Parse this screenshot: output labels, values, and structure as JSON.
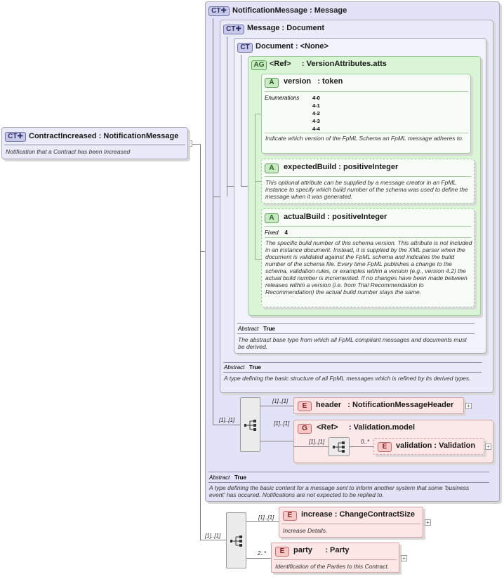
{
  "badges": {
    "ct": "CT",
    "a": "A",
    "ag": "AG",
    "e": "E",
    "g": "G"
  },
  "root": {
    "name": "ContractIncreased",
    "sep": ":",
    "type": "NotificationMessage",
    "desc": "Notification that a Contract has been Increased"
  },
  "notification_message": {
    "name": "NotificationMessage",
    "sep": ":",
    "type": "Message",
    "abstract_label": "Abstract",
    "abstract_value": "True",
    "desc": "A type defining the basic content for a message sent to inform another system that some 'business event' has occured. Notifications are not expected to be replied to."
  },
  "message": {
    "name": "Message",
    "sep": ":",
    "type": "Document",
    "abstract_label": "Abstract",
    "abstract_value": "True",
    "desc": "A type defining the basic structure of all FpML messages which is refined by its derived types."
  },
  "document": {
    "name": "Document",
    "sep": ":",
    "type": "<None>",
    "abstract_label": "Abstract",
    "abstract_value": "True",
    "desc": "The abstract base type from which all FpML compliant messages and documents must be derived."
  },
  "attr_group": {
    "name": "<Ref>",
    "sep": ":",
    "type": "VersionAttributes.atts"
  },
  "version_attr": {
    "name": "version",
    "sep": ":",
    "type": "token",
    "enum_label": "Enumerations",
    "enums": [
      "4-0",
      "4-1",
      "4-2",
      "4-3",
      "4-4"
    ],
    "desc": "Indicate which version of the FpML Schema an FpML message adheres to."
  },
  "expected_build": {
    "name": "expectedBuild",
    "sep": ":",
    "type": "positiveInteger",
    "desc": "This optional attribute can be supplied by a message creator in an FpML instance to specify which build number of the schema was used to define the message when it was generated."
  },
  "actual_build": {
    "name": "actualBuild",
    "sep": ":",
    "type": "positiveInteger",
    "fixed_label": "Fixed",
    "fixed_value": "4",
    "desc": "The specific build number of this schema version. This attribute is not included in an instance document. Instead, it is supplied by the XML parser when the document is validated against the FpML schema and indicates the build number of the schema file. Every time FpML publishes a change to the schema, validation rules, or examples within a version (e.g., version 4.2) the actual build number is incremented. If no changes have been made between releases within a version (i.e. from Trial Recommendation to Recommendation) the actual build number stays the same."
  },
  "notif_sequence": {
    "mult": "[1]..[1]",
    "header": {
      "mult": "[1]..[1]",
      "name": "header",
      "sep": ":",
      "type": "NotificationMessageHeader"
    },
    "validation_group": {
      "mult": "[1]..[1]",
      "name": "<Ref>",
      "sep": ":",
      "type": "Validation.model",
      "inner_mult": "[1]..[1]",
      "validation": {
        "mult": "0..*",
        "name": "validation",
        "sep": ":",
        "type": "Validation"
      }
    }
  },
  "root_sequence": {
    "mult": "[1]..[1]",
    "increase": {
      "mult": "[1]..[1]",
      "name": "increase",
      "sep": ":",
      "type": "ChangeContractSize",
      "desc": "Increase Details."
    },
    "party": {
      "mult": "2..*",
      "name": "party",
      "sep": ":",
      "type": "Party",
      "desc": "Identification of the Parties to this Contract."
    }
  },
  "colors": {
    "complex_type": "#e2e3f6",
    "attribute": "#d9f5d5",
    "element": "#fde6e6",
    "sequence": "#ececec"
  }
}
